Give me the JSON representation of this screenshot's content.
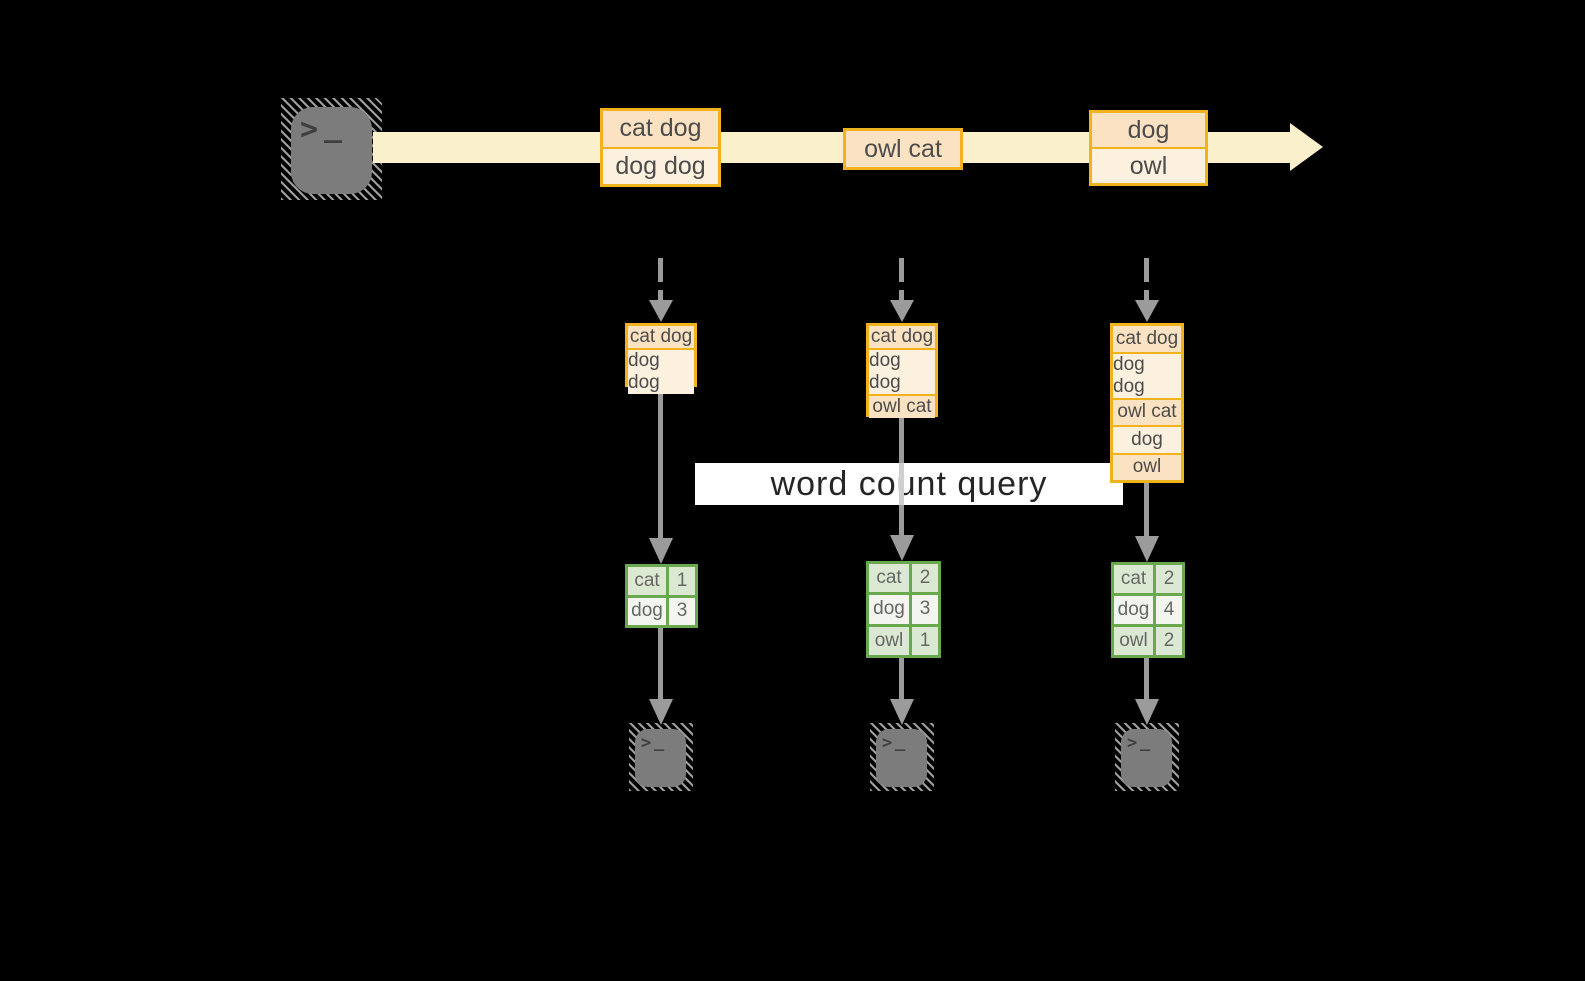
{
  "query_label": "word count query",
  "stream": {
    "events": [
      {
        "lines": [
          "cat dog",
          "dog dog"
        ]
      },
      {
        "lines": [
          "owl cat"
        ]
      },
      {
        "lines": [
          "dog",
          "owl"
        ]
      }
    ]
  },
  "states": [
    {
      "rows": [
        "cat dog",
        "dog dog"
      ]
    },
    {
      "rows": [
        "cat dog",
        "dog dog",
        "owl cat"
      ]
    },
    {
      "rows": [
        "cat dog",
        "dog dog",
        "owl cat",
        "dog",
        "owl"
      ]
    }
  ],
  "count_tables": [
    {
      "rows": [
        {
          "word": "cat",
          "count": "1"
        },
        {
          "word": "dog",
          "count": "3"
        }
      ]
    },
    {
      "rows": [
        {
          "word": "cat",
          "count": "2"
        },
        {
          "word": "dog",
          "count": "3"
        },
        {
          "word": "owl",
          "count": "1"
        }
      ]
    },
    {
      "rows": [
        {
          "word": "cat",
          "count": "2"
        },
        {
          "word": "dog",
          "count": "4"
        },
        {
          "word": "owl",
          "count": "2"
        }
      ]
    }
  ],
  "icons": {
    "terminal_prompt_chevron": ">",
    "terminal_prompt_underscore": "_"
  },
  "colors": {
    "background": "#000000",
    "stream_band": "#FAF0CB",
    "amber_border": "#F2B21D",
    "cell_peach": "#FAE2C2",
    "cell_cream": "#FCF1DE",
    "green_border": "#6AA84F",
    "cell_sage": "#DCE9D2",
    "cell_light_green": "#F2F6EF",
    "arrow_gray": "#9B9B9B",
    "terminal_gray": "#7C7C7C"
  }
}
